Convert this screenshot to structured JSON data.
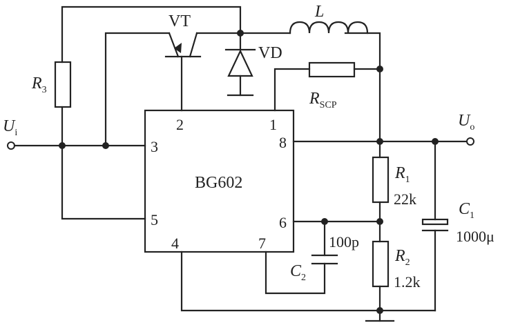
{
  "ic": {
    "name": "BG602",
    "pins": {
      "p1": "1",
      "p2": "2",
      "p3": "3",
      "p4": "4",
      "p5": "5",
      "p6": "6",
      "p7": "7",
      "p8": "8"
    }
  },
  "labels": {
    "vt": "VT",
    "vd": "VD",
    "l": "L",
    "r3": "R",
    "r3_sub": "3",
    "rscp": "R",
    "rscp_sub": "SCP",
    "ui": "U",
    "ui_sub": "i",
    "uo": "U",
    "uo_sub": "o",
    "r1": "R",
    "r1_sub": "1",
    "r1_val": "22k",
    "r2": "R",
    "r2_sub": "2",
    "r2_val": "1.2k",
    "c1": "C",
    "c1_sub": "1",
    "c1_val": "1000μ",
    "c2": "C",
    "c2_sub": "2",
    "c2_val": "100p"
  }
}
